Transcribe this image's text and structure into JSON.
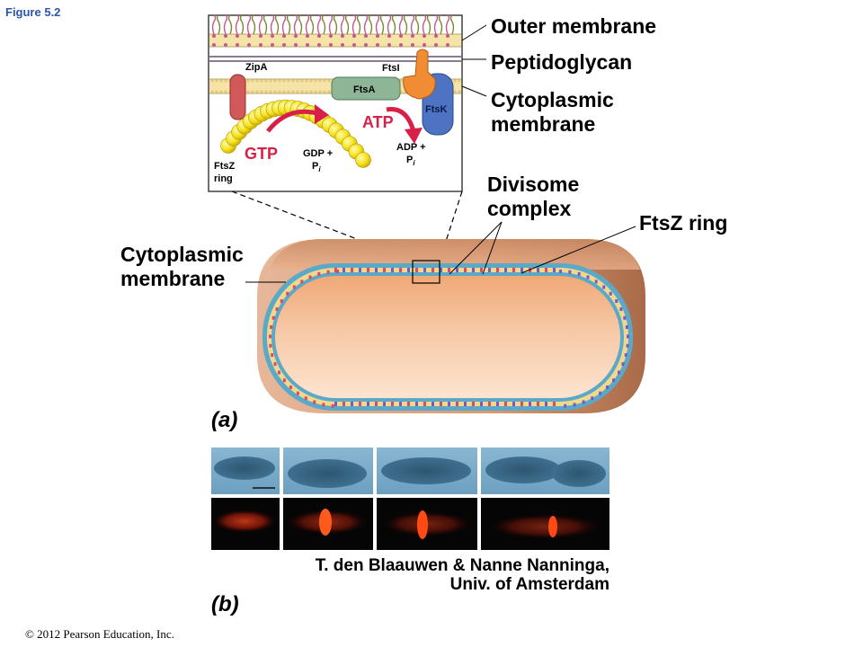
{
  "figure_label": "Figure 5.2",
  "labels": {
    "outer_membrane": "Outer membrane",
    "peptidoglycan": "Peptidoglycan",
    "cytoplasmic_membrane_right": [
      "Cytoplasmic",
      "membrane"
    ],
    "divisome_complex": [
      "Divisome",
      "complex"
    ],
    "ftsz_ring": "FtsZ ring",
    "cytoplasmic_membrane_left": [
      "Cytoplasmic",
      "membrane"
    ]
  },
  "inset": {
    "zipa": "ZipA",
    "ftsi": "FtsI",
    "ftsa": "FtsA",
    "ftsk": "FtsK",
    "atp": "ATP",
    "gtp": "GTP",
    "gdp_line1": "GDP +",
    "gdp_line2": "P",
    "adp_line1": "ADP +",
    "adp_line2": "P",
    "pi_subscript": "i",
    "ftsz_ring_line1": "FtsZ",
    "ftsz_ring_line2": "ring"
  },
  "panel_a": "(a)",
  "panel_b": "(b)",
  "credit": [
    "T. den Blaauwen & Nanne Nanninga,",
    "Univ. of Amsterdam"
  ],
  "copyright": "© 2012 Pearson Education, Inc.",
  "colors": {
    "figure_label": "#2a55a8",
    "cell_fill": "#f0b58d",
    "membrane_blue": "#5aa9c9",
    "ftsz_yellow": "#f4e21a",
    "arrow_red": "#d81f48",
    "ftsa_green": "#8db596",
    "ftsi_orange": "#ef8c34",
    "ftsk_blue": "#4d73c2",
    "zipa_red": "#d1595a"
  }
}
